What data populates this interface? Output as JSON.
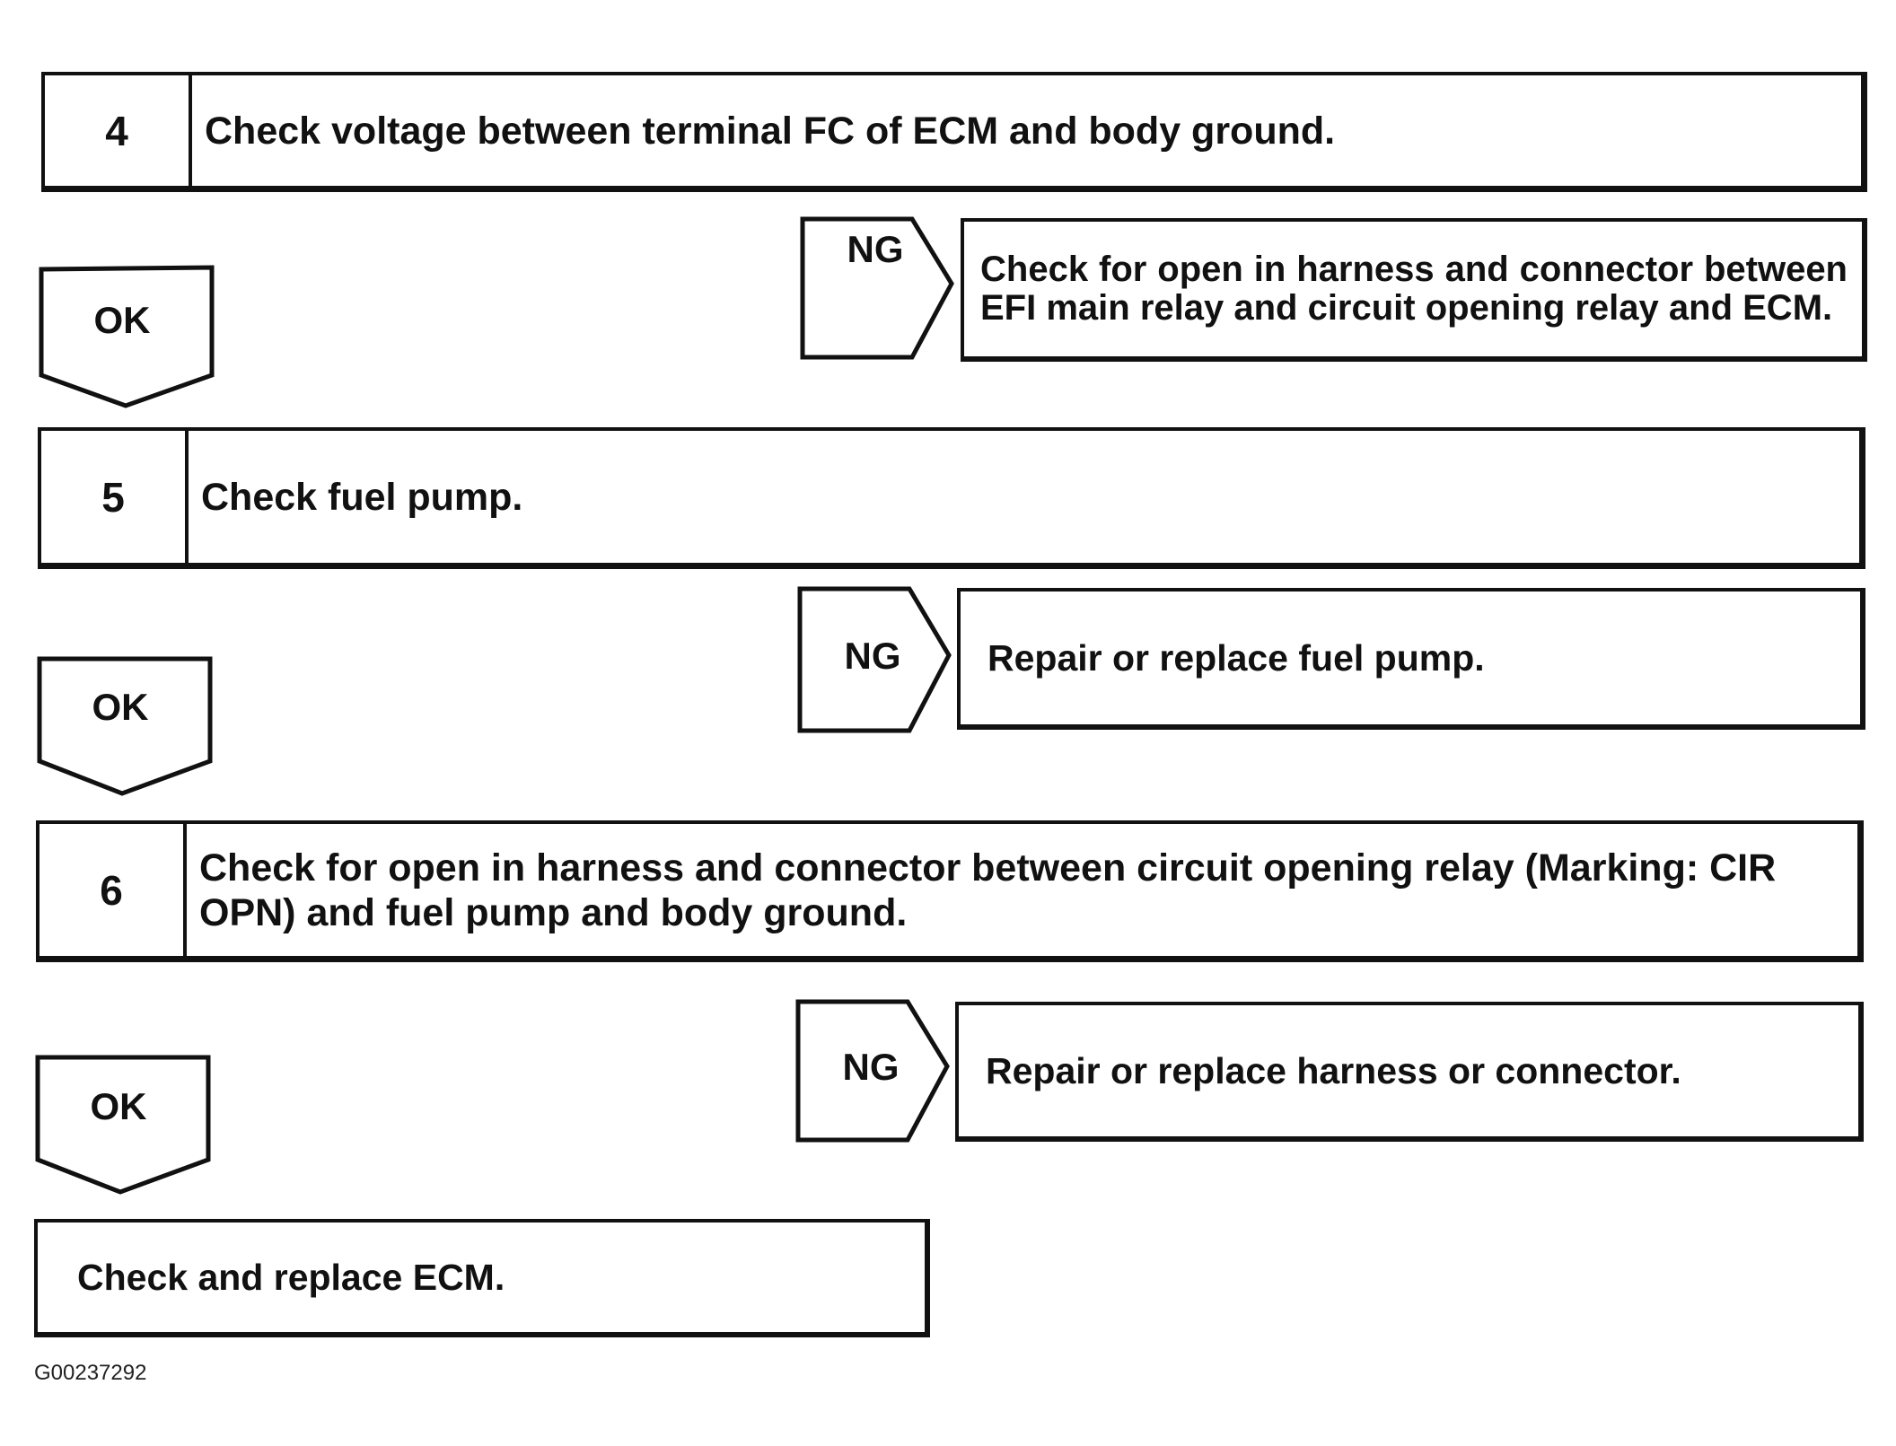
{
  "steps": [
    {
      "number": "4",
      "text": "Check voltage between terminal FC of ECM and body ground."
    },
    {
      "number": "5",
      "text": "Check fuel pump."
    },
    {
      "number": "6",
      "text": "Check for open in harness and connector between circuit opening relay (Marking: CIR OPN) and fuel pump and body ground."
    }
  ],
  "branches": [
    {
      "ok_label": "OK",
      "ng_label": "NG",
      "ng_action": "Check for open in harness and connector between EFI main relay and circuit opening relay and ECM."
    },
    {
      "ok_label": "OK",
      "ng_label": "NG",
      "ng_action": "Repair or replace fuel pump."
    },
    {
      "ok_label": "OK",
      "ng_label": "NG",
      "ng_action": "Repair or replace harness or connector."
    }
  ],
  "final_action": "Check and replace ECM.",
  "figure_id": "G00237292"
}
